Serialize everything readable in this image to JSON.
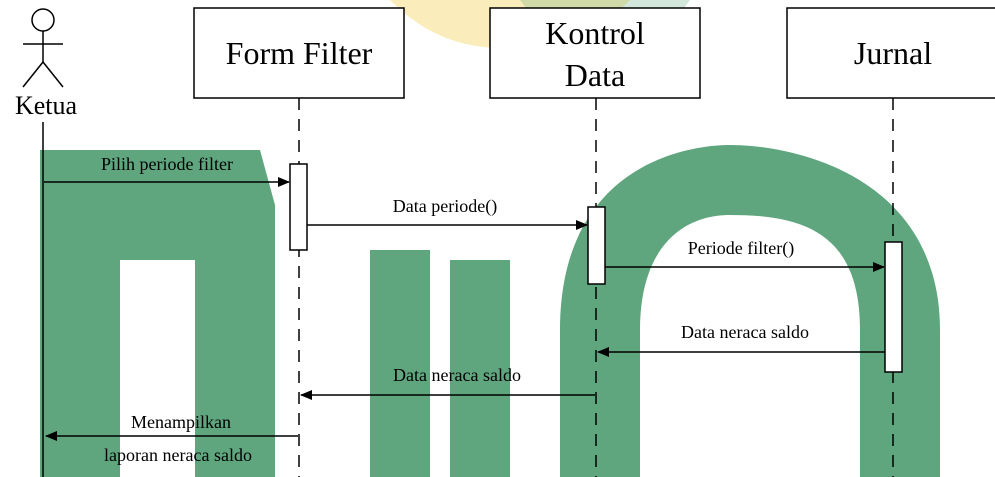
{
  "actor": {
    "label": "Ketua"
  },
  "lifelines": [
    {
      "label": "Form Filter"
    },
    {
      "label_line1": "Kontrol",
      "label_line2": "Data"
    },
    {
      "label": "Jurnal"
    }
  ],
  "messages": [
    {
      "label": "Pilih periode filter"
    },
    {
      "label": "Data periode()"
    },
    {
      "label": "Periode filter()"
    },
    {
      "label": "Data neraca saldo"
    },
    {
      "label": "Data neraca saldo"
    },
    {
      "label_line1": "Menampilkan",
      "label_line2": "laporan neraca saldo"
    }
  ],
  "colors": {
    "watermark_green": "#2e8b57",
    "watermark_yellow": "#f0c419",
    "line": "#000000",
    "background": "#ffffff"
  }
}
